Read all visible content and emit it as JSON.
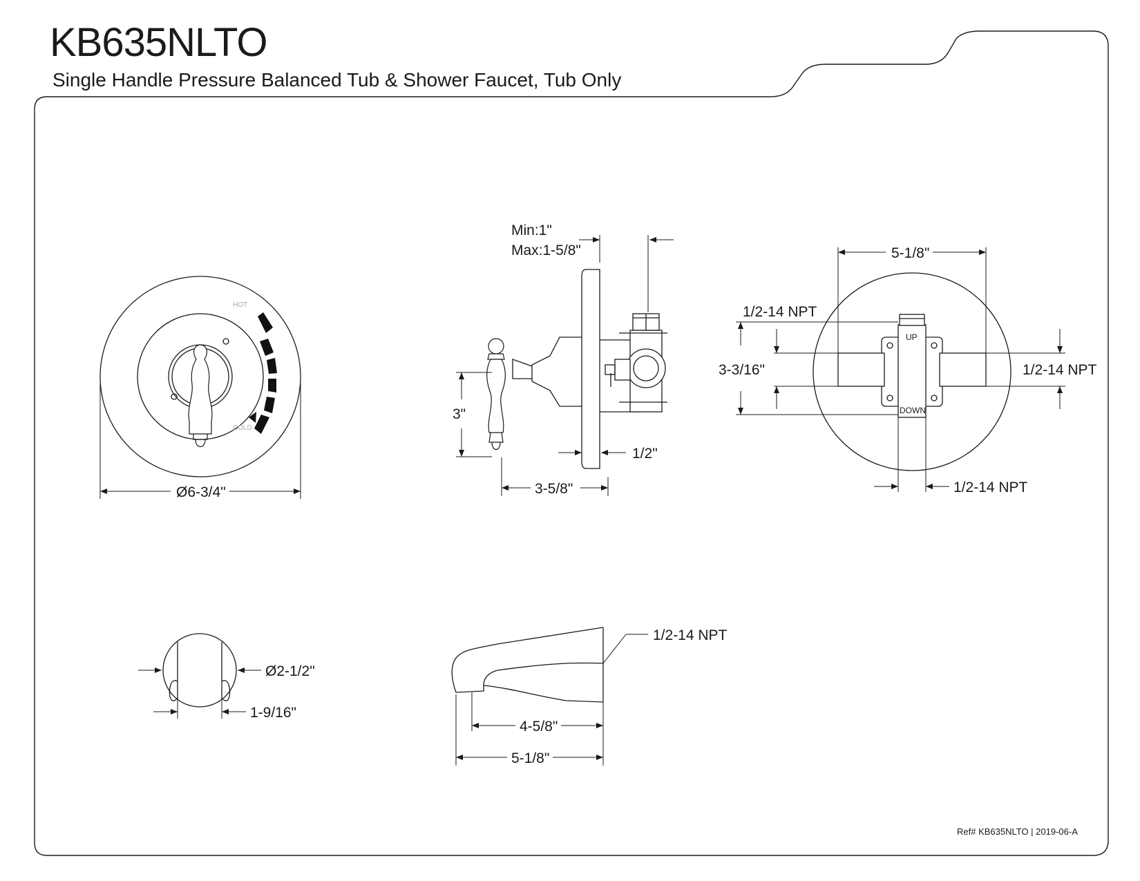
{
  "header": {
    "model": "KB635NLTO",
    "description": "Single Handle Pressure Balanced Tub & Shower Faucet, Tub Only"
  },
  "front_view": {
    "hot_label": "HOT",
    "cold_label": "COLD",
    "diameter": "Ø6-3/4\""
  },
  "side_view": {
    "min_depth": "Min:1\"",
    "max_depth": "Max:1-5/8\"",
    "height": "3\"",
    "plate": "1/2\"",
    "depth": "3-5/8\""
  },
  "valve_view": {
    "width": "5-1/8\"",
    "top_port": "1/2-14 NPT",
    "right_port": "1/2-14 NPT",
    "bottom_port": "1/2-14 NPT",
    "height": "3-3/16\"",
    "up_label": "UP",
    "down_label": "DOWN"
  },
  "spout_front": {
    "diameter": "Ø2-1/2\"",
    "opening": "1-9/16\""
  },
  "spout_side": {
    "thread": "1/2-14 NPT",
    "reach": "4-5/8\"",
    "length": "5-1/8\""
  },
  "footer": {
    "ref": "Ref# KB635NLTO | 2019-06-A"
  }
}
